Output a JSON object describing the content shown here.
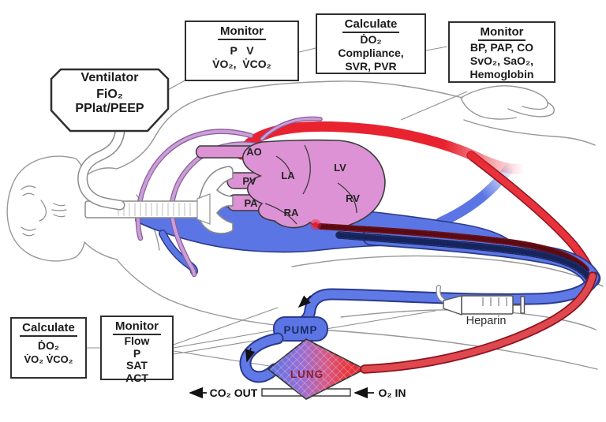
{
  "boxes": {
    "monitor_top": {
      "title": "Monitor",
      "lines": [
        "P   V",
        "V̇O₂,  V̇CO₂"
      ]
    },
    "calculate_top": {
      "title": "Calculate",
      "lines": [
        "ḊO₂",
        "Compliance,",
        "SVR, PVR"
      ]
    },
    "monitor_right": {
      "title": "Monitor",
      "lines": [
        "BP, PAP, CO",
        "SvO₂, SaO₂,",
        "Hemoglobin"
      ]
    },
    "ventilator": {
      "title": "Ventilator",
      "lines": [
        "FiO₂",
        "PPlat/PEEP"
      ]
    },
    "calculate_bottom": {
      "title": "Calculate",
      "lines": [
        "ḊO₂",
        "V̇O₂ V̇CO₂"
      ]
    },
    "monitor_bottom": {
      "title": "Monitor",
      "lines": [
        "Flow",
        "P",
        "SAT",
        "ACT"
      ]
    }
  },
  "heart_labels": {
    "ao": "AO",
    "la": "LA",
    "lv": "LV",
    "pv": "PV",
    "pa": "PA",
    "rv": "RV",
    "ra": "RA"
  },
  "circuit_labels": {
    "pump": "PUMP",
    "lung": "LUNG",
    "heparin": "Heparin",
    "co2_out": "CO₂ OUT",
    "o2_in": "O₂ IN"
  },
  "colors": {
    "artery_red": "#e8232f",
    "vein_blue": "#5b76e4",
    "heart_pink": "#dc92d4",
    "vein_dark": "#2b3a8c",
    "artery_dark": "#8c1420",
    "vessel_purple": "#b57fc6",
    "body_line": "#979797",
    "box_border": "#2f2f2f",
    "text": "#1b1b1b",
    "pump_label": "#1b2a66",
    "lung_label": "#8c1f2f",
    "ra_label": "#16214d"
  }
}
